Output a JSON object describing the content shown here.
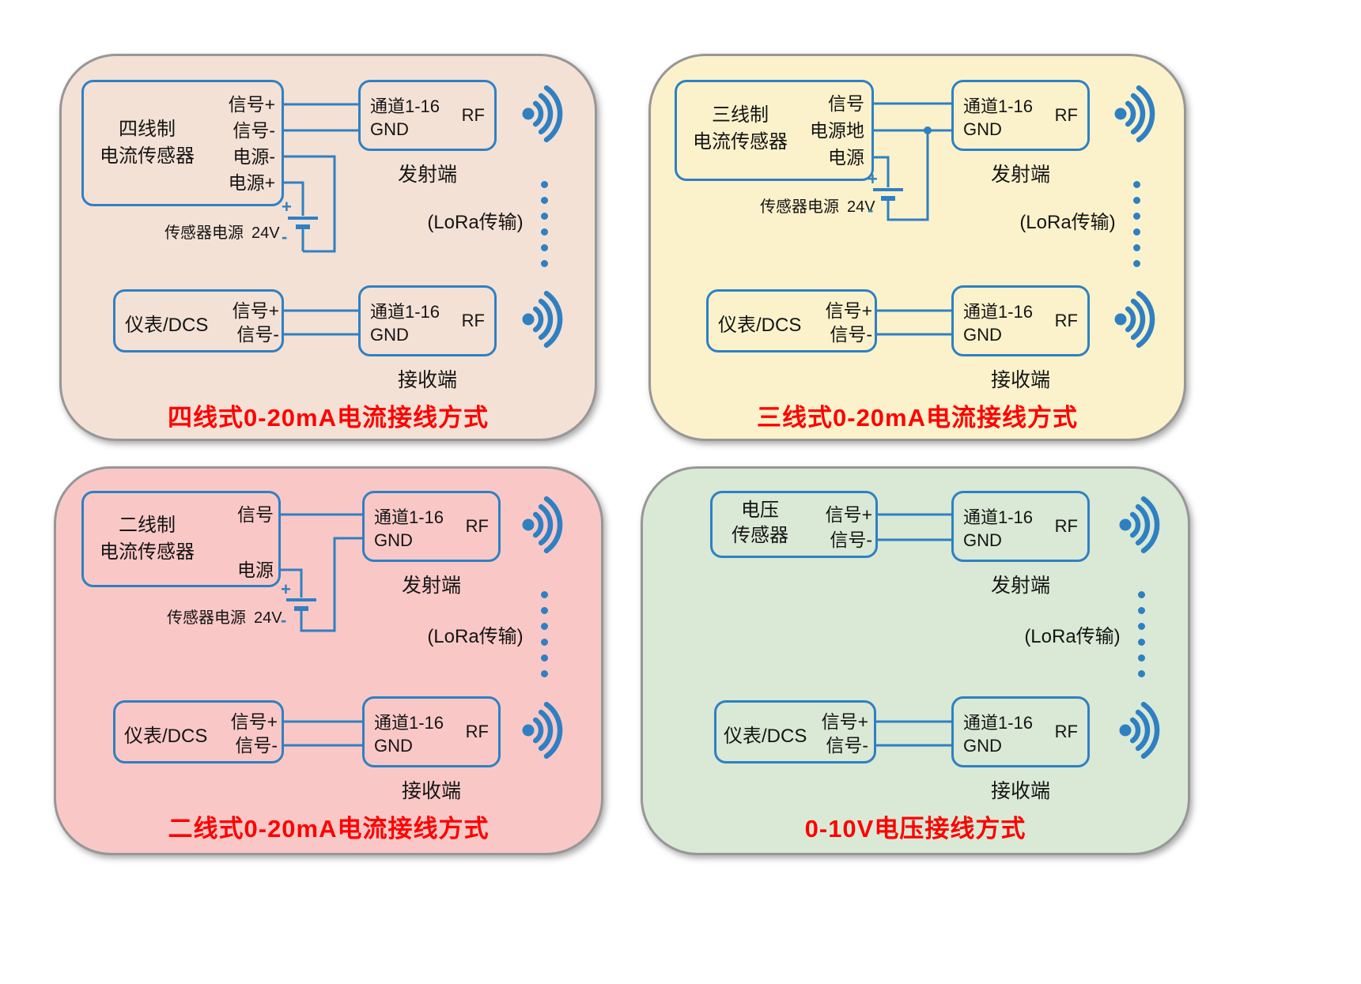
{
  "colors": {
    "wire_blue": "#2f80c3",
    "title_red": "#fe0000",
    "panel_four_wire_bg": "#f4e1d5",
    "panel_three_wire_bg": "#fbf2cb",
    "panel_two_wire_bg": "#f9c8c6",
    "panel_voltage_bg": "#d9e9d5"
  },
  "panels": [
    {
      "title": "四线式0-20mA电流接线方式",
      "sensor": {
        "name_line1": "四线制",
        "name_line2": "电流传感器",
        "pins": [
          "信号+",
          "信号-",
          "电源-",
          "电源+"
        ]
      },
      "power": {
        "label": "传感器电源",
        "voltage": "24V",
        "plus": "+",
        "minus": "-"
      },
      "tx": {
        "channel": "通道1-16",
        "gnd": "GND",
        "rf": "RF",
        "caption": "发射端"
      },
      "lora_label": "(LoRa传输)",
      "device": {
        "name": "仪表/DCS",
        "pins": [
          "信号+",
          "信号-"
        ]
      },
      "rx": {
        "channel": "通道1-16",
        "gnd": "GND",
        "rf": "RF",
        "caption": "接收端"
      }
    },
    {
      "title": "三线式0-20mA电流接线方式",
      "sensor": {
        "name_line1": "三线制",
        "name_line2": "电流传感器",
        "pins": [
          "信号",
          "电源地",
          "电源"
        ]
      },
      "power": {
        "label": "传感器电源",
        "voltage": "24V",
        "plus": "+",
        "minus": "-"
      },
      "tx": {
        "channel": "通道1-16",
        "gnd": "GND",
        "rf": "RF",
        "caption": "发射端"
      },
      "lora_label": "(LoRa传输)",
      "device": {
        "name": "仪表/DCS",
        "pins": [
          "信号+",
          "信号-"
        ]
      },
      "rx": {
        "channel": "通道1-16",
        "gnd": "GND",
        "rf": "RF",
        "caption": "接收端"
      }
    },
    {
      "title": "二线式0-20mA电流接线方式",
      "sensor": {
        "name_line1": "二线制",
        "name_line2": "电流传感器",
        "pins": [
          "信号",
          "电源"
        ]
      },
      "power": {
        "label": "传感器电源",
        "voltage": "24V",
        "plus": "+",
        "minus": "-"
      },
      "tx": {
        "channel": "通道1-16",
        "gnd": "GND",
        "rf": "RF",
        "caption": "发射端"
      },
      "lora_label": "(LoRa传输)",
      "device": {
        "name": "仪表/DCS",
        "pins": [
          "信号+",
          "信号-"
        ]
      },
      "rx": {
        "channel": "通道1-16",
        "gnd": "GND",
        "rf": "RF",
        "caption": "接收端"
      }
    },
    {
      "title": "0-10V电压接线方式",
      "sensor": {
        "name_line1": "电压",
        "name_line2": "传感器",
        "pins": [
          "信号+",
          "信号-"
        ]
      },
      "tx": {
        "channel": "通道1-16",
        "gnd": "GND",
        "rf": "RF",
        "caption": "发射端"
      },
      "lora_label": "(LoRa传输)",
      "device": {
        "name": "仪表/DCS",
        "pins": [
          "信号+",
          "信号-"
        ]
      },
      "rx": {
        "channel": "通道1-16",
        "gnd": "GND",
        "rf": "RF",
        "caption": "接收端"
      }
    }
  ]
}
